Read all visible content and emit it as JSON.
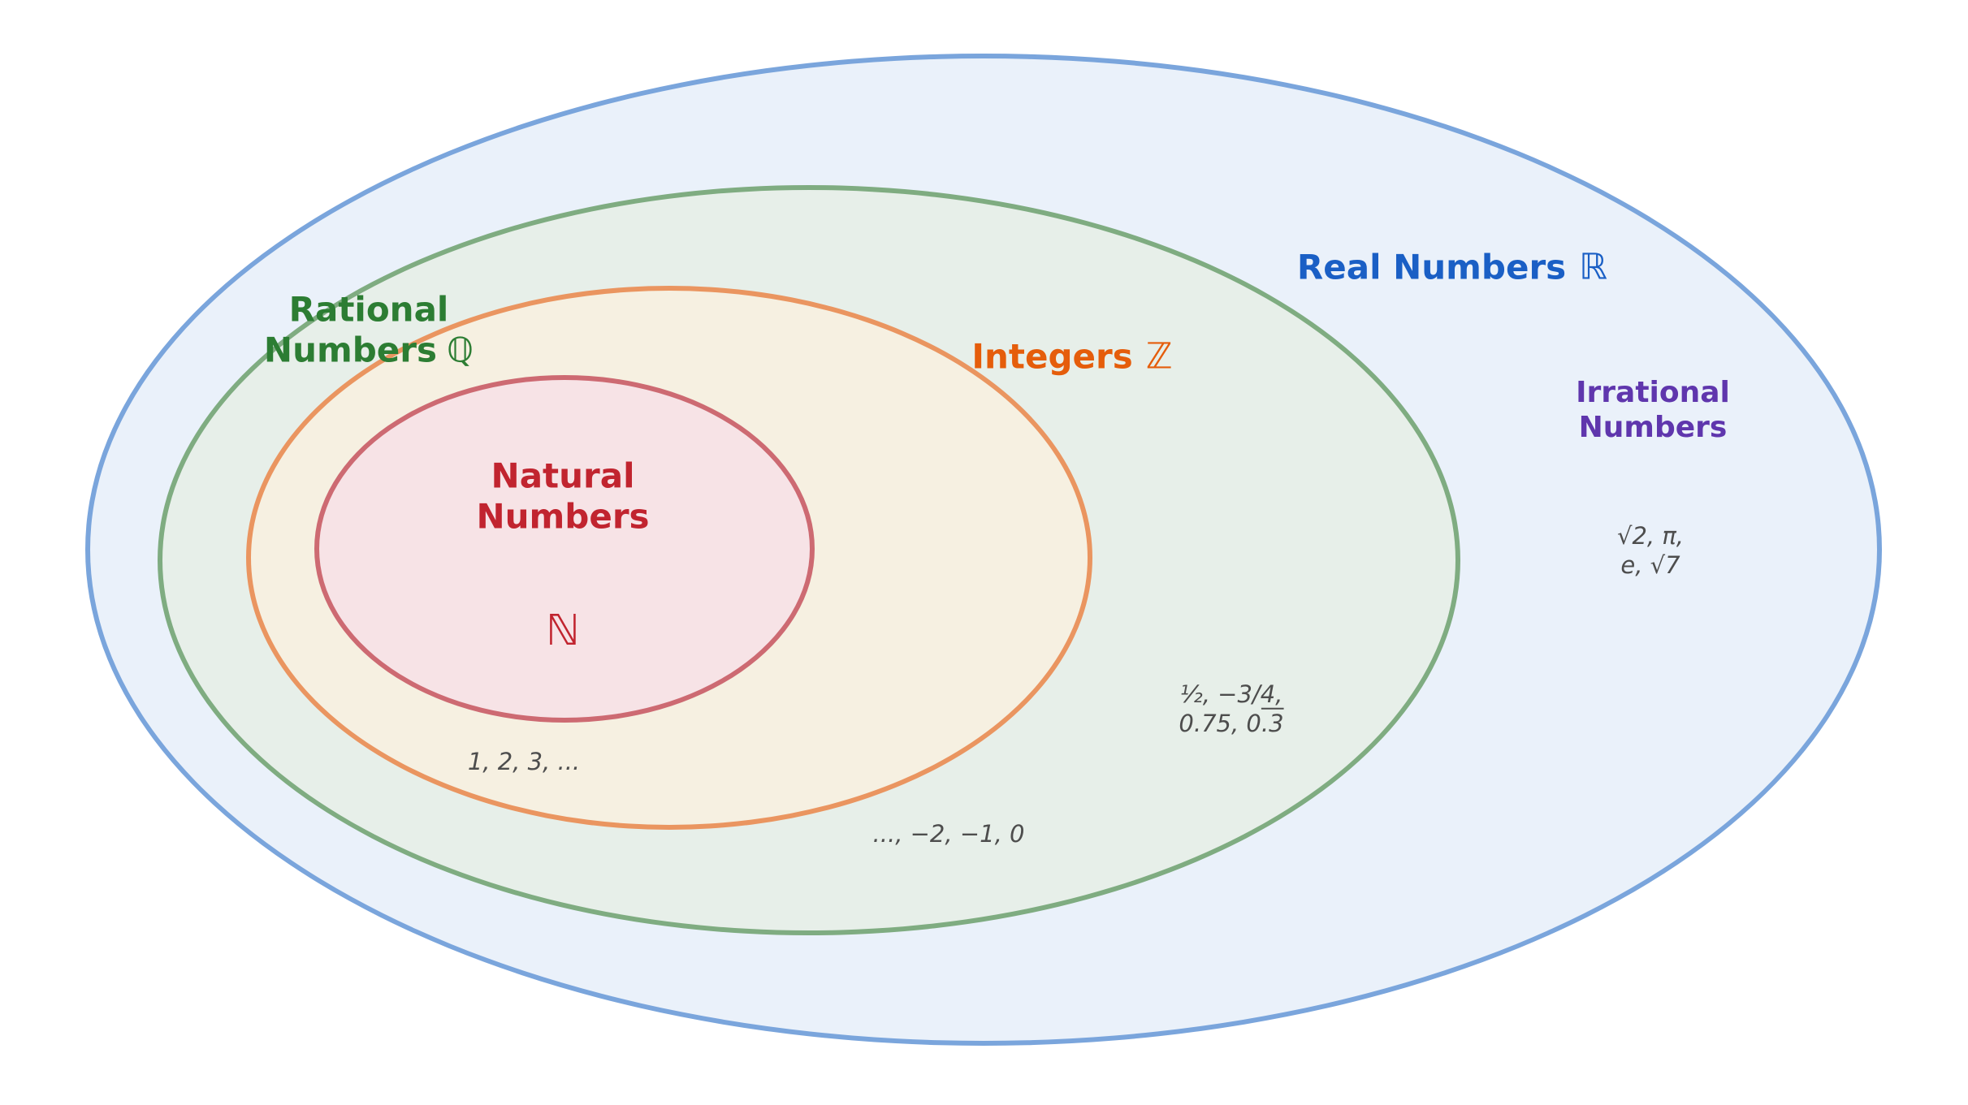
{
  "sets": {
    "real": {
      "label": "Real Numbers",
      "symbol": "ℝ",
      "label_color": "#1a5fc5",
      "stroke": "#7aa5dc",
      "fill": "#eaf1fa"
    },
    "rational": {
      "label_line1": "Rational",
      "label_line2": "Numbers",
      "symbol": "ℚ",
      "label_color": "#2c7d33",
      "stroke": "#7fac81",
      "fill": "#e7efe9"
    },
    "integers": {
      "label": "Integers",
      "symbol": "ℤ",
      "label_color": "#e55d0b",
      "stroke": "#ea9560",
      "fill": "#f6f0e1"
    },
    "natural": {
      "label_line1": "Natural",
      "label_line2": "Numbers",
      "symbol": "ℕ",
      "label_color": "#c1242f",
      "stroke": "#cd6a72",
      "fill": "#f7e3e6"
    },
    "irrational": {
      "label_line1": "Irrational",
      "label_line2": "Numbers",
      "label_color": "#5f36ad"
    }
  },
  "examples": {
    "color": "#4d4d4d",
    "natural": "1, 2, 3, ...",
    "integers": "..., −2, −1, 0",
    "rational_line1": "½,  −3/4,",
    "rational_line2_prefix": "0.75,  0",
    "rational_line2_repeating": ".3",
    "irrational_line1": "√2, π,",
    "irrational_line2": "e, √7"
  }
}
